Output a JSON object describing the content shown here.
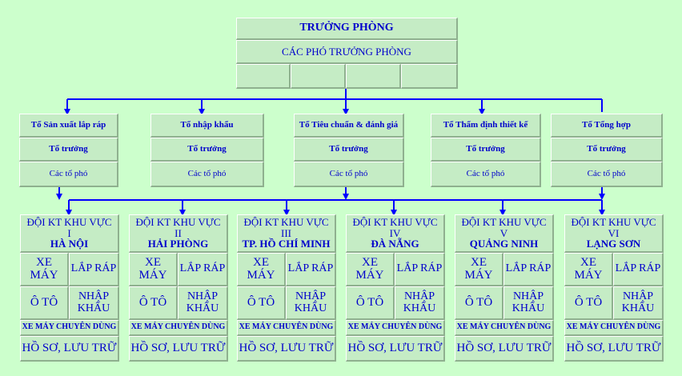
{
  "top": {
    "title": "TRƯỞNG PHÒNG",
    "deputies": "CÁC PHÓ TRƯỞNG PHÒNG"
  },
  "groups": [
    {
      "name": "Tổ Sản xuất lắp ráp",
      "leader": "Tổ trưởng",
      "deputies": "Các tổ phó"
    },
    {
      "name": "Tổ nhập khẩu",
      "leader": "Tổ trưởng",
      "deputies": "Các tổ phó"
    },
    {
      "name": "Tổ Tiêu chuẩn & đánh giá",
      "leader": "Tổ trưởng",
      "deputies": "Các tổ phó"
    },
    {
      "name": "Tổ Thẩm định thiết kế",
      "leader": "Tổ trưởng",
      "deputies": "Các tổ phó"
    },
    {
      "name": "Tổ Tổng hợp",
      "leader": "Tổ trưởng",
      "deputies": "Các tổ phó"
    }
  ],
  "regions": [
    {
      "title": "ĐỘI KT KHU VỰC",
      "numeral": "I",
      "city": "HÀ NỘI",
      "xe_may": "XE MÁY",
      "lap_rap": "LẮP RÁP",
      "o_to": "Ô TÔ",
      "nhap_khau": "NHẬP KHẨU",
      "chuyen_dung": "XE MÁY CHUYÊN DÙNG",
      "ho_so": "HỒ SƠ, LƯU TRỮ"
    },
    {
      "title": "ĐỘI KT KHU VỰC",
      "numeral": "II",
      "city": "HẢI PHÒNG",
      "xe_may": "XE MÁY",
      "lap_rap": "LẮP RÁP",
      "o_to": "Ô TÔ",
      "nhap_khau": "NHẬP KHẨU",
      "chuyen_dung": "XE MÁY CHUYÊN DÙNG",
      "ho_so": "HỒ SƠ, LƯU TRỮ"
    },
    {
      "title": "ĐỘI KT KHU VỰC",
      "numeral": "III",
      "city": "TP. HỒ CHÍ MINH",
      "xe_may": "XE MÁY",
      "lap_rap": "LẮP RÁP",
      "o_to": "Ô TÔ",
      "nhap_khau": "NHẬP KHẨU",
      "chuyen_dung": "XE MÁY CHUYÊN DÙNG",
      "ho_so": "HỒ SƠ, LƯU TRỮ"
    },
    {
      "title": "ĐỘI KT KHU VỰC",
      "numeral": "IV",
      "city": "ĐÀ NẴNG",
      "xe_may": "XE MÁY",
      "lap_rap": "LẮP RÁP",
      "o_to": "Ô TÔ",
      "nhap_khau": "NHẬP KHẨU",
      "chuyen_dung": "XE MÁY CHUYÊN DÙNG",
      "ho_so": "HỒ SƠ, LƯU TRỮ"
    },
    {
      "title": "ĐỘI KT KHU VỰC",
      "numeral": "V",
      "city": "QUẢNG NINH",
      "xe_may": "XE MÁY",
      "lap_rap": "LẮP RÁP",
      "o_to": "Ô TÔ",
      "nhap_khau": "NHẬP KHẨU",
      "chuyen_dung": "XE MÁY CHUYÊN DÙNG",
      "ho_so": "HỒ SƠ, LƯU TRỮ"
    },
    {
      "title": "ĐỘI KT KHU VỰC",
      "numeral": "VI",
      "city": "LẠNG SƠN",
      "xe_may": "XE MÁY",
      "lap_rap": "LẮP RÁP",
      "o_to": "Ô TÔ",
      "nhap_khau": "NHẬP KHẨU",
      "chuyen_dung": "XE MÁY CHUYÊN DÙNG",
      "ho_so": "HỒ SƠ, LƯU TRỮ"
    }
  ],
  "colors": {
    "background": "#ccffcc",
    "box": "#c5ecc5",
    "text": "#0000cc",
    "line": "#0000ff"
  }
}
